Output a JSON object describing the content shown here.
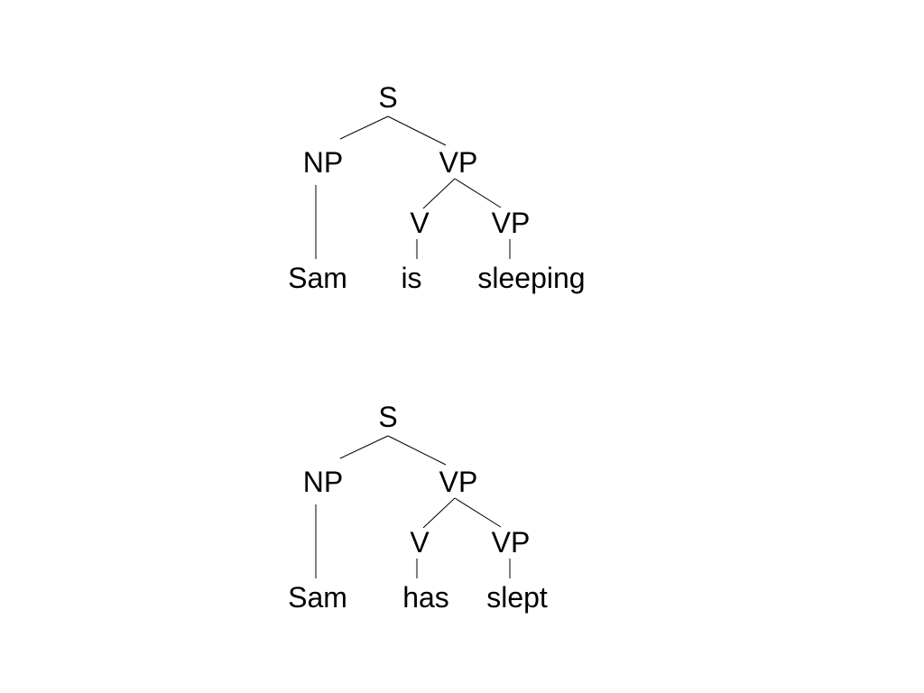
{
  "trees": [
    {
      "nodes": {
        "s": "S",
        "np": "NP",
        "vp": "VP",
        "v": "V",
        "vp_inner": "VP",
        "subject": "Sam",
        "verb": "is",
        "complement": "sleeping"
      }
    },
    {
      "nodes": {
        "s": "S",
        "np": "NP",
        "vp": "VP",
        "v": "V",
        "vp_inner": "VP",
        "subject": "Sam",
        "verb": "has",
        "complement": "slept"
      }
    }
  ]
}
